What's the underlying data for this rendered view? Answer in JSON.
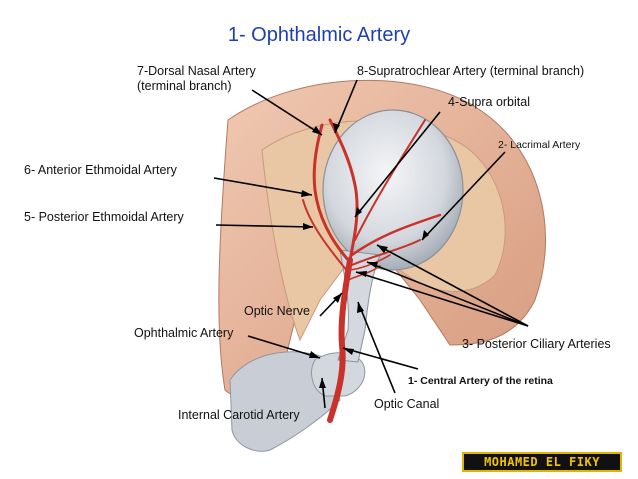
{
  "title": "1- Ophthalmic Artery",
  "labels": {
    "dorsal_nasal_line1": "7-Dorsal Nasal Artery",
    "dorsal_nasal_line2": "(terminal branch)",
    "supratrochlear": "8-Supratrochlear Artery (terminal branch)",
    "supra_orbital": "4-Supra orbital",
    "lacrimal": "2- Lacrimal Artery",
    "anterior_ethmoidal": "6- Anterior Ethmoidal Artery",
    "posterior_ethmoidal": "5- Posterior Ethmoidal Artery",
    "optic_nerve": "Optic Nerve",
    "ophthalmic_artery": "Ophthalmic Artery",
    "posterior_ciliary": "3- Posterior Ciliary Arteries",
    "central_artery_retina": "1- Central Artery of the retina",
    "optic_canal": "Optic Canal",
    "internal_carotid": "Internal Carotid Artery"
  },
  "signature": "MOHAMED EL FIKY",
  "colors": {
    "title": "#1f3fb0",
    "artery": "#c8322a",
    "skin": "#e8b49a",
    "bone": "#cfd3da",
    "globe": "#d9dde3",
    "signature_text": "#f2c300"
  }
}
